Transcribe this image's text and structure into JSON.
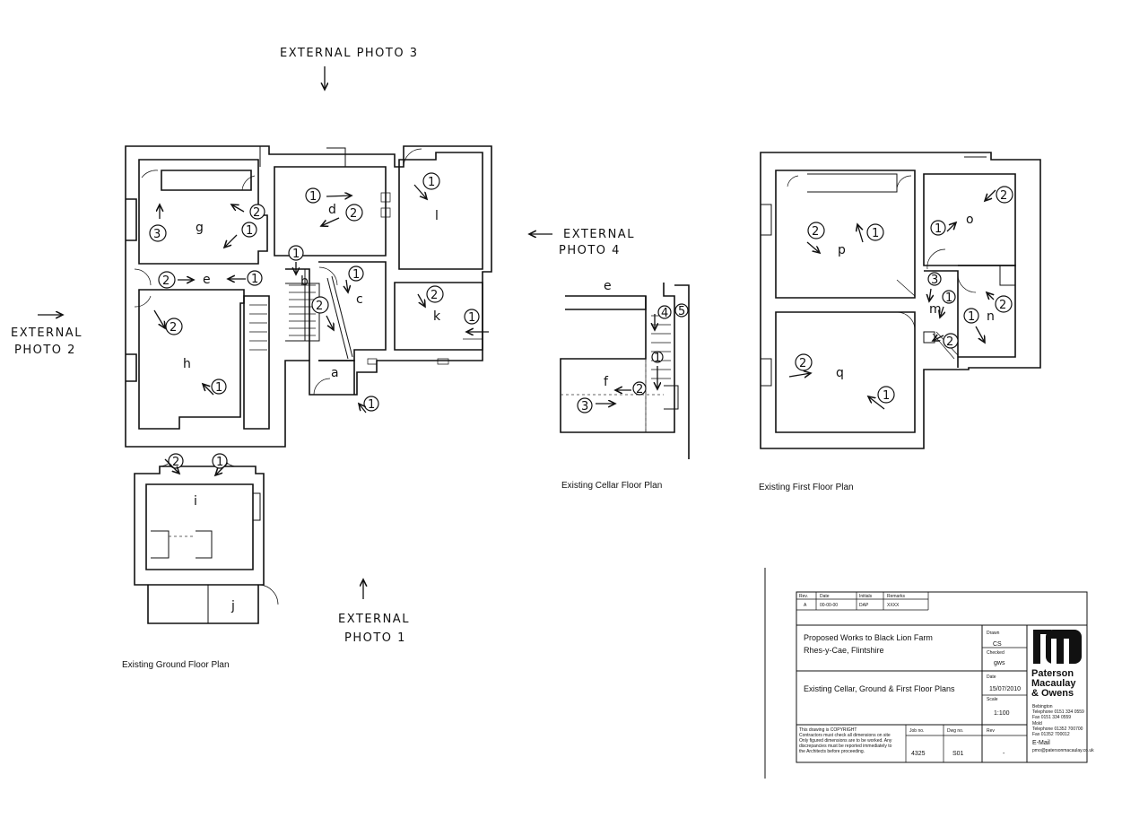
{
  "photo_labels": {
    "p1": [
      "EXTERNAL",
      "PHOTO 1"
    ],
    "p2": [
      "EXTERNAL",
      "PHOTO 2"
    ],
    "p3": "EXTERNAL PHOTO 3",
    "p4": [
      "EXTERNAL",
      "PHOTO 4"
    ]
  },
  "room_labels": {
    "a": "a",
    "b": "b",
    "c": "c",
    "d": "d",
    "e": "e",
    "f": "f",
    "g": "g",
    "h": "h",
    "i": "i",
    "j": "j",
    "k": "k",
    "l": "l",
    "m": "m",
    "n": "n",
    "o": "o",
    "p": "p",
    "q": "q",
    "e2": "e"
  },
  "photo_numbers": [
    "1",
    "2",
    "3",
    "4",
    "5"
  ],
  "captions": {
    "ground": "Existing Ground Floor Plan",
    "cellar": "Existing Cellar Floor Plan",
    "first": "Existing First Floor Plan"
  },
  "title_block": {
    "rev_headers": [
      "Rev.",
      "Date",
      "Initials",
      "Remarks"
    ],
    "rev_row": [
      "A",
      "00-00-00",
      "DAP",
      "XXXX"
    ],
    "project_line1": "Proposed Works to Black Lion Farm",
    "project_line2": "Rhes-y-Cae, Flintshire",
    "drawing_title": "Existing Cellar, Ground & First Floor Plans",
    "drawn_label": "Drawn",
    "drawn_value": "CS",
    "checked_label": "Checked",
    "checked_value": "gws",
    "date_label": "Date",
    "date_value": "15/07/2010",
    "scale_label": "Scale",
    "scale_value": "1:100",
    "job_label": "Job no.",
    "job_value": "4325",
    "dwg_label": "Dwg no.",
    "dwg_value": "S01",
    "rev_label": "Rev",
    "rev_value": "-",
    "copyright": [
      "This drawing is COPYRIGHT",
      "Contractors must check all dimensions on site",
      "Only figured dimensions are to be worked. Any",
      "discrepancies must be reported immediately to",
      "the Architects before proceeding."
    ],
    "brand_name": [
      "Paterson",
      "Macaulay",
      "& Owens"
    ],
    "office_lines": [
      "Bebington",
      "Telephone  0151 334 0559",
      "Fax  0151 334 0559",
      "Mold",
      "Telephone  01352 700700",
      "Fax  01352 700012",
      "E-Mail",
      "pmo@patersonmacaulay.co.uk"
    ]
  }
}
